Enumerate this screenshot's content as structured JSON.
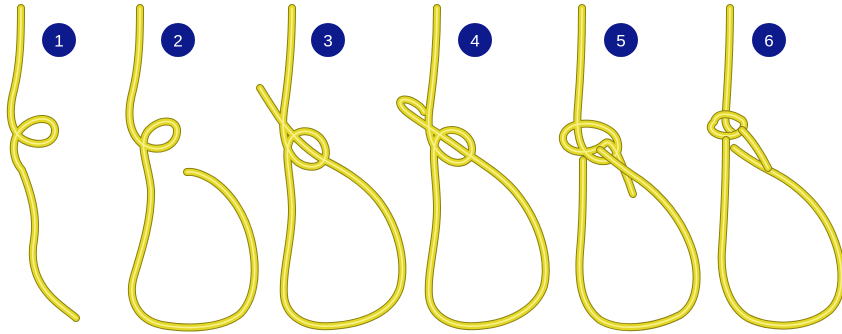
{
  "colors": {
    "rope": "#e3d826",
    "rope_edge": "#8a7f10",
    "rope_highlight": "#fbf6a6",
    "badge_fill": "#0d1a8c",
    "badge_text": "#ffffff",
    "background": "#ffffff"
  },
  "steps": [
    {
      "number": "1"
    },
    {
      "number": "2"
    },
    {
      "number": "3"
    },
    {
      "number": "4"
    },
    {
      "number": "5"
    },
    {
      "number": "6"
    }
  ]
}
